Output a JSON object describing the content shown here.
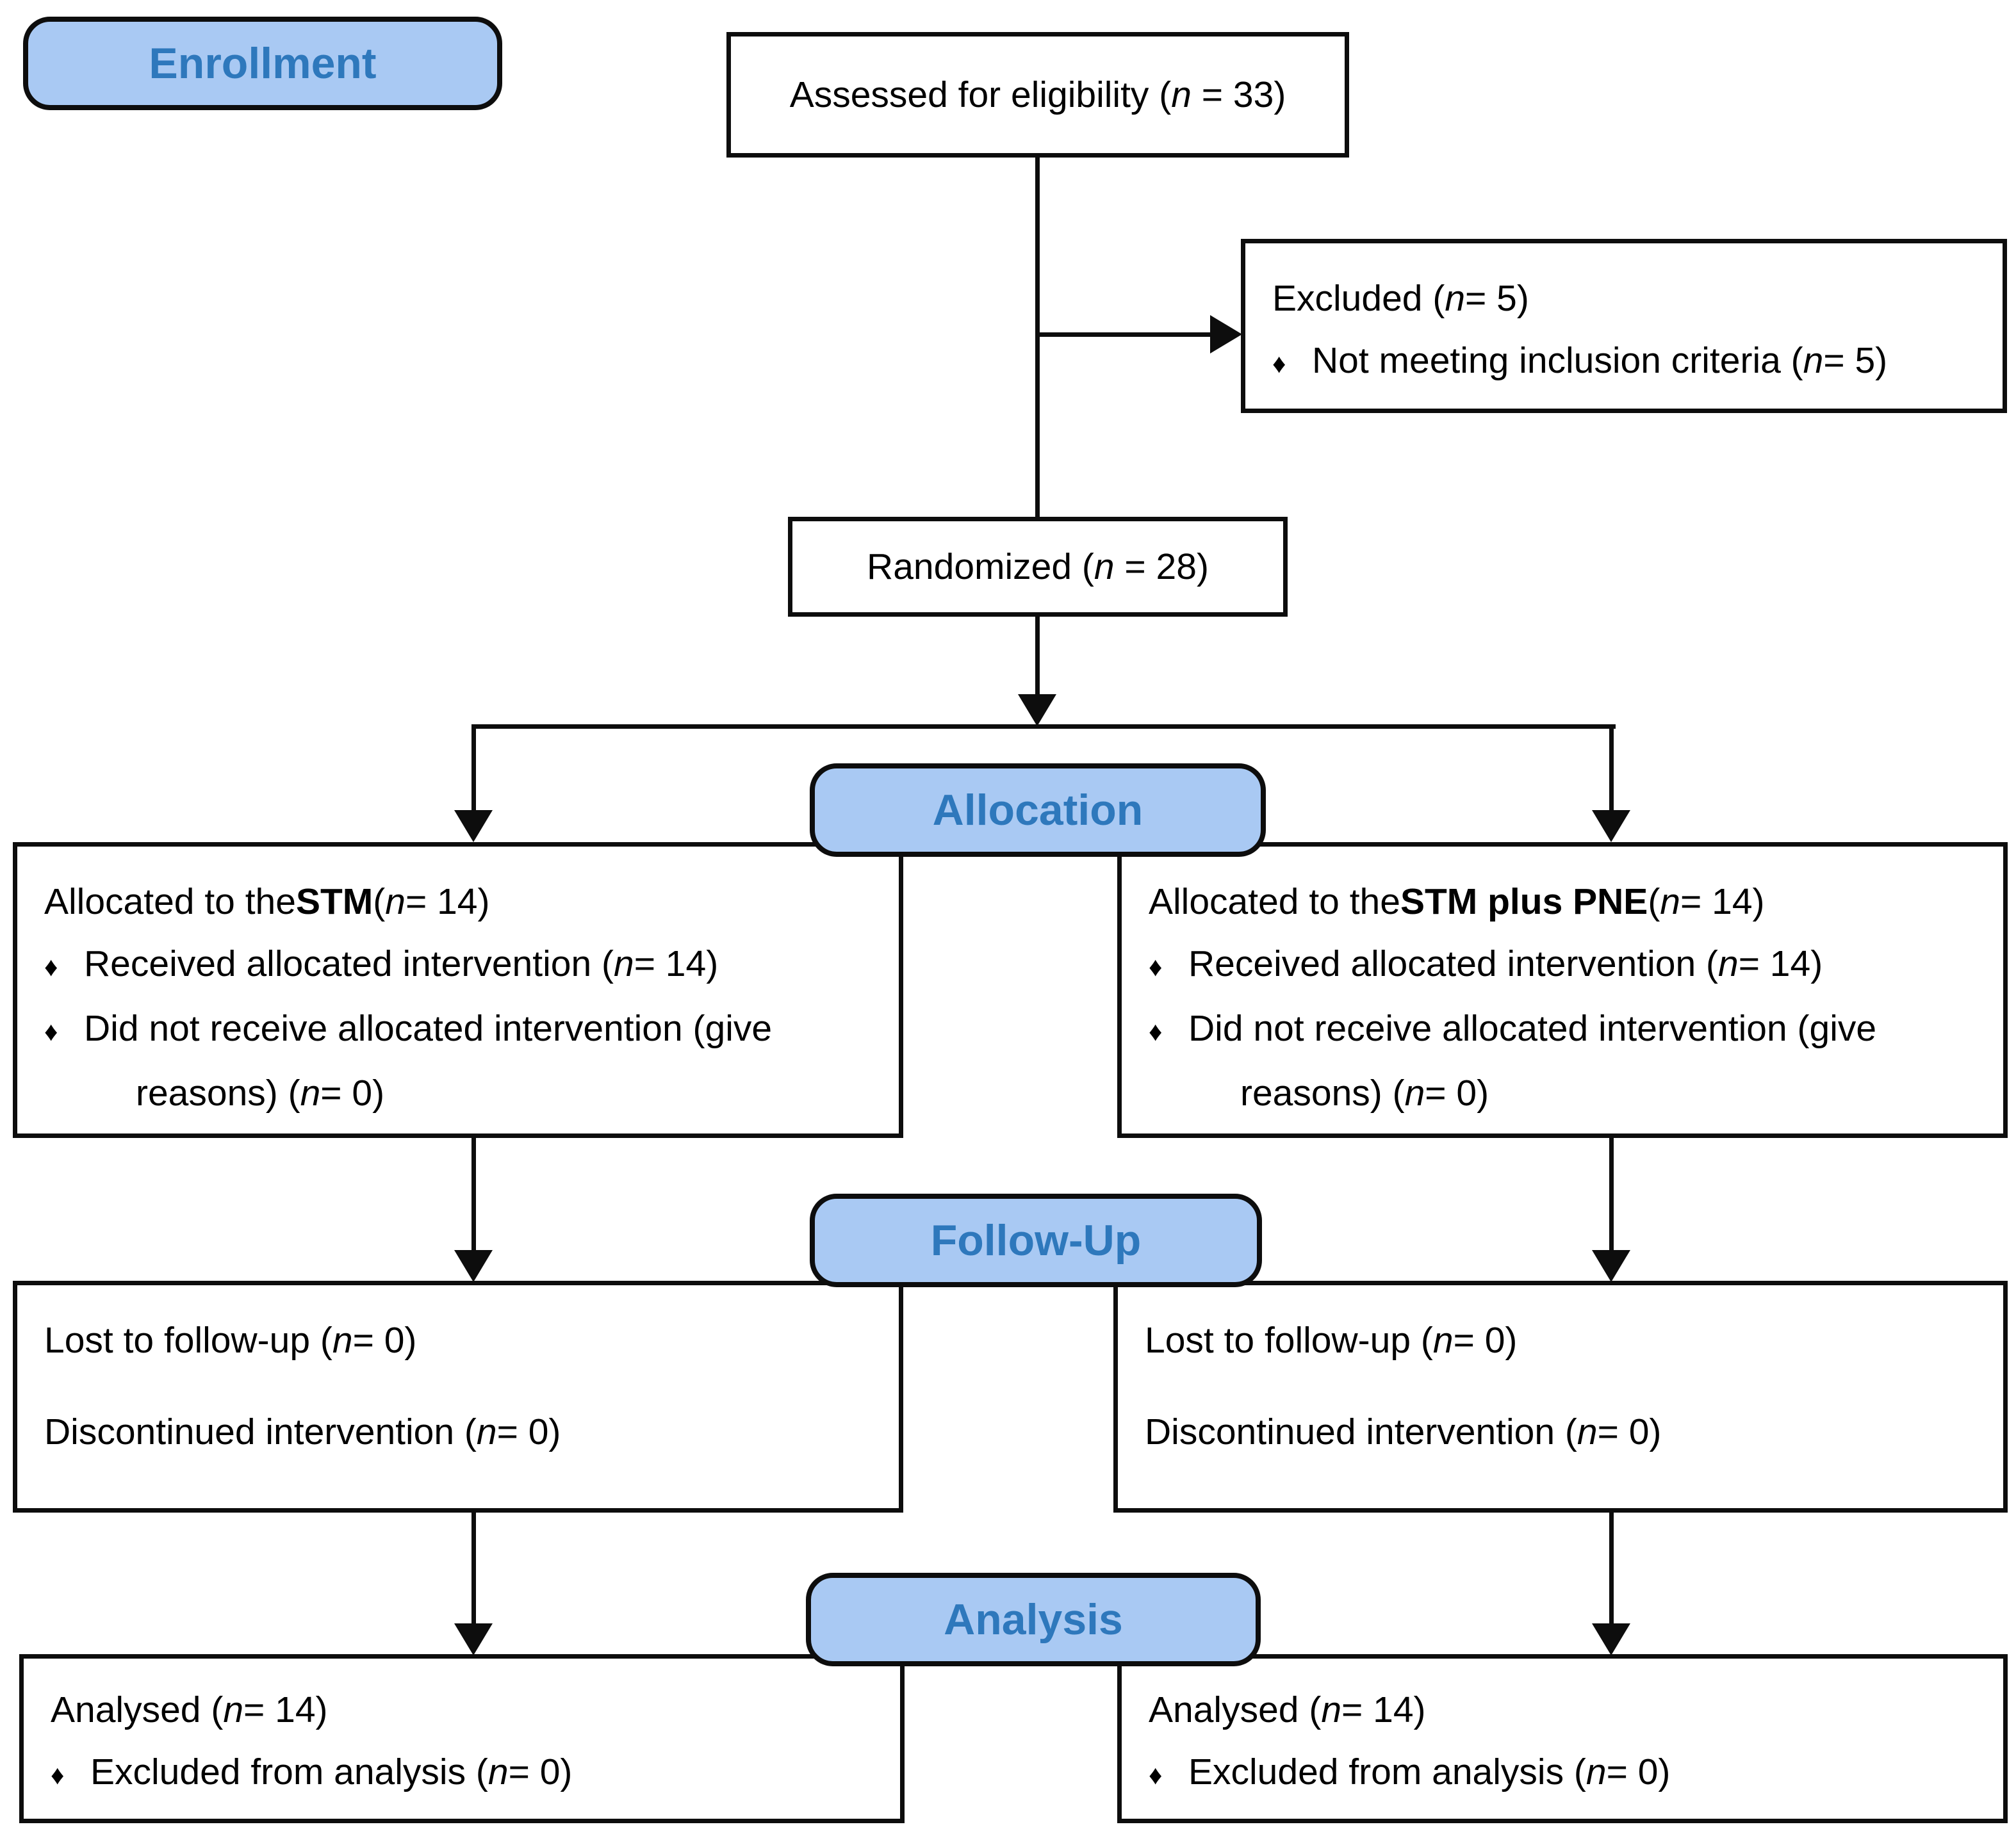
{
  "colors": {
    "pill_fill": "#A9C9F3",
    "pill_text": "#2E78BC",
    "line": "#0d0d0d"
  },
  "bullet_char": "♦",
  "stages": {
    "enrollment": {
      "label": "Enrollment"
    },
    "allocation": {
      "label": "Allocation"
    },
    "follow_up": {
      "label": "Follow-Up"
    },
    "analysis": {
      "label": "Analysis"
    }
  },
  "nodes": {
    "assessed": {
      "segments": [
        {
          "text": "Assessed for eligibility ("
        },
        {
          "text": "n",
          "italic": true
        },
        {
          "text": " = 33)"
        }
      ]
    },
    "excluded": {
      "lines": [
        {
          "segments": [
            {
              "text": "Excluded ("
            },
            {
              "text": "n",
              "italic": true
            },
            {
              "text": " = 5)"
            }
          ]
        },
        {
          "bullet": true,
          "segments": [
            {
              "text": "Not meeting inclusion criteria ("
            },
            {
              "text": "n",
              "italic": true
            },
            {
              "text": " = 5)"
            }
          ]
        }
      ]
    },
    "randomized": {
      "segments": [
        {
          "text": "Randomized ("
        },
        {
          "text": "n",
          "italic": true
        },
        {
          "text": " = 28)"
        }
      ]
    },
    "allocation_left": {
      "lines": [
        {
          "segments": [
            {
              "text": "Allocated to the "
            },
            {
              "text": "STM",
              "bold": true
            },
            {
              "text": " ("
            },
            {
              "text": "n",
              "italic": true
            },
            {
              "text": " = 14)"
            }
          ]
        },
        {
          "bullet": true,
          "segments": [
            {
              "text": "Received allocated intervention ("
            },
            {
              "text": "n",
              "italic": true
            },
            {
              "text": " = 14)"
            }
          ]
        },
        {
          "bullet": true,
          "segments": [
            {
              "text": "Did not receive allocated intervention (give"
            }
          ]
        },
        {
          "indent": 2,
          "segments": [
            {
              "text": "reasons) ("
            },
            {
              "text": "n",
              "italic": true
            },
            {
              "text": " = 0)"
            }
          ]
        }
      ]
    },
    "allocation_right": {
      "lines": [
        {
          "segments": [
            {
              "text": "Allocated to the "
            },
            {
              "text": "STM plus PNE",
              "bold": true
            },
            {
              "text": " ("
            },
            {
              "text": "n",
              "italic": true
            },
            {
              "text": " = 14)"
            }
          ]
        },
        {
          "bullet": true,
          "segments": [
            {
              "text": "Received allocated intervention ("
            },
            {
              "text": "n",
              "italic": true
            },
            {
              "text": " = 14)"
            }
          ]
        },
        {
          "bullet": true,
          "segments": [
            {
              "text": "Did not receive allocated intervention (give"
            }
          ]
        },
        {
          "indent": 2,
          "segments": [
            {
              "text": "reasons) ("
            },
            {
              "text": "n",
              "italic": true
            },
            {
              "text": " = 0)"
            }
          ]
        }
      ]
    },
    "followup_left": {
      "lines": [
        {
          "segments": [
            {
              "text": "Lost to follow-up ("
            },
            {
              "text": "n",
              "italic": true
            },
            {
              "text": " = 0)"
            }
          ]
        },
        {
          "gap": true,
          "segments": [
            {
              "text": "Discontinued intervention ("
            },
            {
              "text": "n",
              "italic": true
            },
            {
              "text": " = 0)"
            }
          ]
        }
      ]
    },
    "followup_right": {
      "lines": [
        {
          "segments": [
            {
              "text": "Lost to follow-up ("
            },
            {
              "text": "n",
              "italic": true
            },
            {
              "text": " = 0)"
            }
          ]
        },
        {
          "gap": true,
          "segments": [
            {
              "text": "Discontinued intervention ("
            },
            {
              "text": "n",
              "italic": true
            },
            {
              "text": " = 0)"
            }
          ]
        }
      ]
    },
    "analysis_left": {
      "lines": [
        {
          "segments": [
            {
              "text": "Analysed ("
            },
            {
              "text": "n",
              "italic": true
            },
            {
              "text": " = 14)"
            }
          ]
        },
        {
          "bullet": true,
          "segments": [
            {
              "text": "Excluded from analysis ("
            },
            {
              "text": "n",
              "italic": true
            },
            {
              "text": " = 0)"
            }
          ]
        }
      ]
    },
    "analysis_right": {
      "lines": [
        {
          "segments": [
            {
              "text": "Analysed ("
            },
            {
              "text": "n",
              "italic": true
            },
            {
              "text": " = 14)"
            }
          ]
        },
        {
          "bullet": true,
          "segments": [
            {
              "text": "Excluded from analysis ("
            },
            {
              "text": "n",
              "italic": true
            },
            {
              "text": " = 0)"
            }
          ]
        }
      ]
    }
  }
}
